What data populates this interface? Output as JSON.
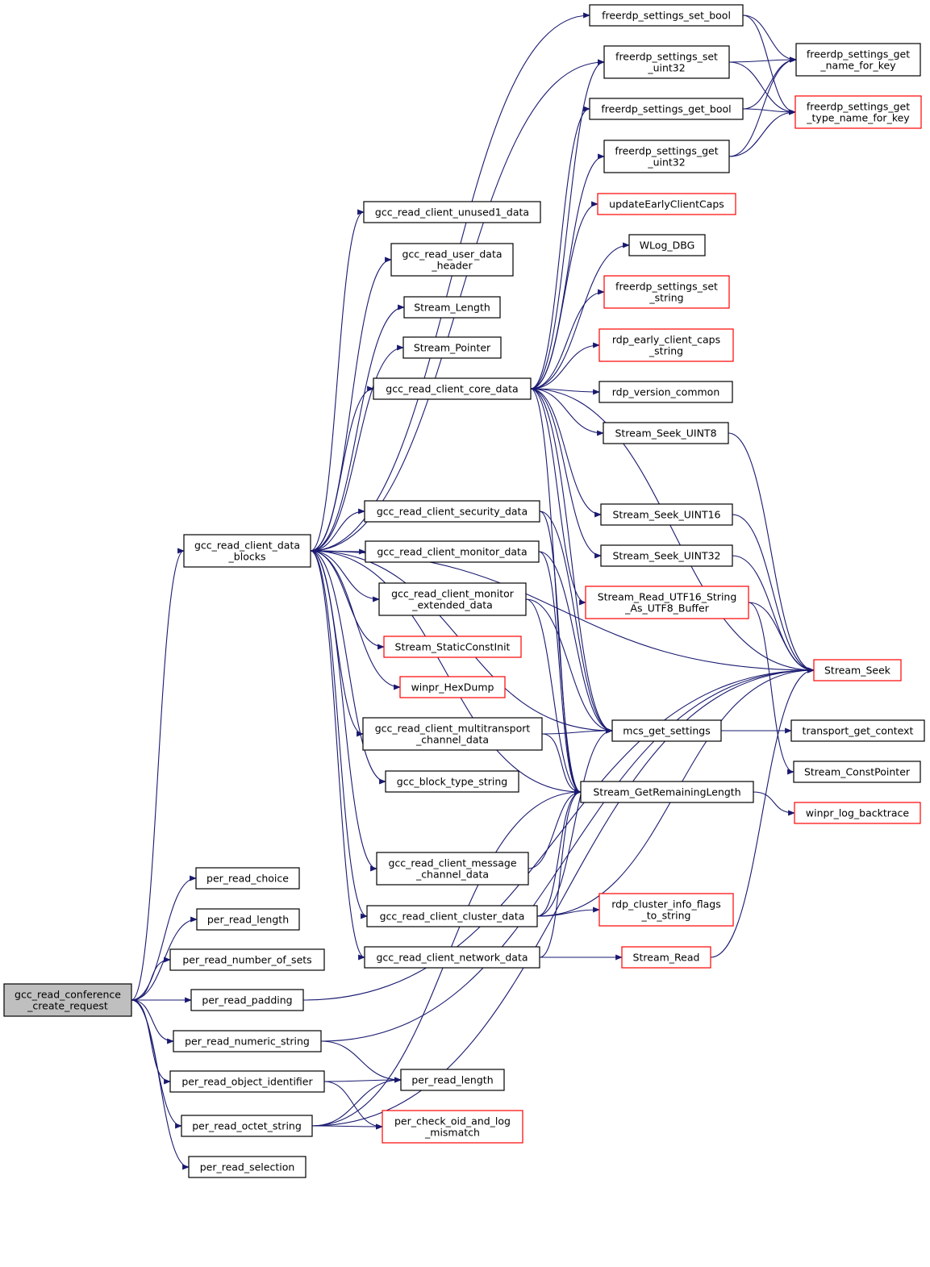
{
  "colors": {
    "edge": "#191970",
    "node_border_normal": "#000000",
    "node_border_truncated": "#ff0000",
    "root_fill": "#bfbfbf",
    "node_fill": "#ffffff"
  },
  "nodes": [
    {
      "id": "root",
      "lines": [
        "gcc_read_conference",
        "_create_request"
      ],
      "truncated": false,
      "root": true
    },
    {
      "id": "blocks",
      "lines": [
        "gcc_read_client_data",
        "_blocks"
      ],
      "truncated": false
    },
    {
      "id": "p_choice",
      "lines": [
        "per_read_choice"
      ],
      "truncated": false
    },
    {
      "id": "p_len_a",
      "lines": [
        "per_read_length"
      ],
      "truncated": false
    },
    {
      "id": "p_nsets",
      "lines": [
        "per_read_number_of_sets"
      ],
      "truncated": false
    },
    {
      "id": "p_pad",
      "lines": [
        "per_read_padding"
      ],
      "truncated": false
    },
    {
      "id": "p_num",
      "lines": [
        "per_read_numeric_string"
      ],
      "truncated": false
    },
    {
      "id": "p_oid",
      "lines": [
        "per_read_object_identifier"
      ],
      "truncated": false
    },
    {
      "id": "p_oct",
      "lines": [
        "per_read_octet_string"
      ],
      "truncated": false
    },
    {
      "id": "p_sel",
      "lines": [
        "per_read_selection"
      ],
      "truncated": false
    },
    {
      "id": "p_len_b",
      "lines": [
        "per_read_length"
      ],
      "truncated": false
    },
    {
      "id": "p_chk",
      "lines": [
        "per_check_oid_and_log",
        "_mismatch"
      ],
      "truncated": true
    },
    {
      "id": "unused1",
      "lines": [
        "gcc_read_client_unused1_data"
      ],
      "truncated": false
    },
    {
      "id": "udh",
      "lines": [
        "gcc_read_user_data",
        "_header"
      ],
      "truncated": false
    },
    {
      "id": "s_len",
      "lines": [
        "Stream_Length"
      ],
      "truncated": false
    },
    {
      "id": "s_ptr",
      "lines": [
        "Stream_Pointer"
      ],
      "truncated": false
    },
    {
      "id": "core",
      "lines": [
        "gcc_read_client_core_data"
      ],
      "truncated": false
    },
    {
      "id": "sec",
      "lines": [
        "gcc_read_client_security_data"
      ],
      "truncated": false
    },
    {
      "id": "mon",
      "lines": [
        "gcc_read_client_monitor_data"
      ],
      "truncated": false
    },
    {
      "id": "monx",
      "lines": [
        "gcc_read_client_monitor",
        "_extended_data"
      ],
      "truncated": false
    },
    {
      "id": "sci",
      "lines": [
        "Stream_StaticConstInit"
      ],
      "truncated": true
    },
    {
      "id": "hex",
      "lines": [
        "winpr_HexDump"
      ],
      "truncated": true
    },
    {
      "id": "multi",
      "lines": [
        "gcc_read_client_multitransport",
        "_channel_data"
      ],
      "truncated": false
    },
    {
      "id": "btype",
      "lines": [
        "gcc_block_type_string"
      ],
      "truncated": false
    },
    {
      "id": "msgch",
      "lines": [
        "gcc_read_client_message",
        "_channel_data"
      ],
      "truncated": false
    },
    {
      "id": "clus",
      "lines": [
        "gcc_read_client_cluster_data"
      ],
      "truncated": false
    },
    {
      "id": "net",
      "lines": [
        "gcc_read_client_network_data"
      ],
      "truncated": false
    },
    {
      "id": "set_bool",
      "lines": [
        "freerdp_settings_set_bool"
      ],
      "truncated": false
    },
    {
      "id": "set_u32",
      "lines": [
        "freerdp_settings_set",
        "_uint32"
      ],
      "truncated": false
    },
    {
      "id": "get_bool",
      "lines": [
        "freerdp_settings_get_bool"
      ],
      "truncated": false
    },
    {
      "id": "get_u32",
      "lines": [
        "freerdp_settings_get",
        "_uint32"
      ],
      "truncated": false
    },
    {
      "id": "upd",
      "lines": [
        "updateEarlyClientCaps"
      ],
      "truncated": true
    },
    {
      "id": "wlog",
      "lines": [
        "WLog_DBG"
      ],
      "truncated": false
    },
    {
      "id": "set_str",
      "lines": [
        "freerdp_settings_set",
        "_string"
      ],
      "truncated": true
    },
    {
      "id": "early",
      "lines": [
        "rdp_early_client_caps",
        "_string"
      ],
      "truncated": true
    },
    {
      "id": "rver",
      "lines": [
        "rdp_version_common"
      ],
      "truncated": false
    },
    {
      "id": "seek8",
      "lines": [
        "Stream_Seek_UINT8"
      ],
      "truncated": false
    },
    {
      "id": "seek16",
      "lines": [
        "Stream_Seek_UINT16"
      ],
      "truncated": false
    },
    {
      "id": "seek32",
      "lines": [
        "Stream_Seek_UINT32"
      ],
      "truncated": false
    },
    {
      "id": "utf16",
      "lines": [
        "Stream_Read_UTF16_String",
        "_As_UTF8_Buffer"
      ],
      "truncated": true
    },
    {
      "id": "mcs",
      "lines": [
        "mcs_get_settings"
      ],
      "truncated": false
    },
    {
      "id": "grl",
      "lines": [
        "Stream_GetRemainingLength"
      ],
      "truncated": false
    },
    {
      "id": "rcl",
      "lines": [
        "rdp_cluster_info_flags",
        "_to_string"
      ],
      "truncated": true
    },
    {
      "id": "sread",
      "lines": [
        "Stream_Read"
      ],
      "truncated": true
    },
    {
      "id": "name_key",
      "lines": [
        "freerdp_settings_get",
        "_name_for_key"
      ],
      "truncated": false
    },
    {
      "id": "type_key",
      "lines": [
        "freerdp_settings_get",
        "_type_name_for_key"
      ],
      "truncated": true
    },
    {
      "id": "seek",
      "lines": [
        "Stream_Seek"
      ],
      "truncated": true
    },
    {
      "id": "tctx",
      "lines": [
        "transport_get_context"
      ],
      "truncated": false
    },
    {
      "id": "cptr",
      "lines": [
        "Stream_ConstPointer"
      ],
      "truncated": false
    },
    {
      "id": "wlb",
      "lines": [
        "winpr_log_backtrace"
      ],
      "truncated": true
    }
  ],
  "edges": [
    [
      "root",
      "blocks"
    ],
    [
      "root",
      "p_choice"
    ],
    [
      "root",
      "p_len_a"
    ],
    [
      "root",
      "p_nsets"
    ],
    [
      "root",
      "p_pad"
    ],
    [
      "root",
      "p_num"
    ],
    [
      "root",
      "p_oid"
    ],
    [
      "root",
      "p_oct"
    ],
    [
      "root",
      "p_sel"
    ],
    [
      "p_pad",
      "seek"
    ],
    [
      "p_num",
      "seek"
    ],
    [
      "p_num",
      "p_len_b"
    ],
    [
      "p_oid",
      "p_len_b"
    ],
    [
      "p_oid",
      "p_chk"
    ],
    [
      "p_oct",
      "p_len_b"
    ],
    [
      "p_oct",
      "p_chk"
    ],
    [
      "p_oct",
      "seek"
    ],
    [
      "p_oct",
      "grl"
    ],
    [
      "blocks",
      "set_bool"
    ],
    [
      "blocks",
      "set_u32"
    ],
    [
      "blocks",
      "unused1"
    ],
    [
      "blocks",
      "udh"
    ],
    [
      "blocks",
      "s_len"
    ],
    [
      "blocks",
      "s_ptr"
    ],
    [
      "blocks",
      "core"
    ],
    [
      "blocks",
      "sec"
    ],
    [
      "blocks",
      "mon"
    ],
    [
      "blocks",
      "monx"
    ],
    [
      "blocks",
      "sci"
    ],
    [
      "blocks",
      "hex"
    ],
    [
      "blocks",
      "multi"
    ],
    [
      "blocks",
      "btype"
    ],
    [
      "blocks",
      "msgch"
    ],
    [
      "blocks",
      "clus"
    ],
    [
      "blocks",
      "net"
    ],
    [
      "blocks",
      "grl"
    ],
    [
      "blocks",
      "seek"
    ],
    [
      "blocks",
      "mcs"
    ],
    [
      "core",
      "set_u32"
    ],
    [
      "core",
      "get_bool"
    ],
    [
      "core",
      "get_u32"
    ],
    [
      "core",
      "upd"
    ],
    [
      "core",
      "wlog"
    ],
    [
      "core",
      "set_str"
    ],
    [
      "core",
      "early"
    ],
    [
      "core",
      "rver"
    ],
    [
      "core",
      "seek8"
    ],
    [
      "core",
      "seek16"
    ],
    [
      "core",
      "seek32"
    ],
    [
      "core",
      "utf16"
    ],
    [
      "core",
      "mcs"
    ],
    [
      "core",
      "grl"
    ],
    [
      "core",
      "seek"
    ],
    [
      "sec",
      "mcs"
    ],
    [
      "sec",
      "grl"
    ],
    [
      "mon",
      "mcs"
    ],
    [
      "mon",
      "grl"
    ],
    [
      "monx",
      "mcs"
    ],
    [
      "monx",
      "grl"
    ],
    [
      "multi",
      "mcs"
    ],
    [
      "multi",
      "grl"
    ],
    [
      "msgch",
      "grl"
    ],
    [
      "clus",
      "grl"
    ],
    [
      "clus",
      "rcl"
    ],
    [
      "clus",
      "seek"
    ],
    [
      "clus",
      "mcs"
    ],
    [
      "net",
      "grl"
    ],
    [
      "net",
      "sread"
    ],
    [
      "set_bool",
      "name_key"
    ],
    [
      "set_bool",
      "type_key"
    ],
    [
      "set_u32",
      "name_key"
    ],
    [
      "set_u32",
      "type_key"
    ],
    [
      "get_bool",
      "name_key"
    ],
    [
      "get_bool",
      "type_key"
    ],
    [
      "get_u32",
      "name_key"
    ],
    [
      "get_u32",
      "type_key"
    ],
    [
      "seek8",
      "seek"
    ],
    [
      "seek16",
      "seek"
    ],
    [
      "seek32",
      "seek"
    ],
    [
      "utf16",
      "seek"
    ],
    [
      "utf16",
      "cptr"
    ],
    [
      "mcs",
      "tctx"
    ],
    [
      "grl",
      "wlb"
    ],
    [
      "sread",
      "seek"
    ]
  ]
}
